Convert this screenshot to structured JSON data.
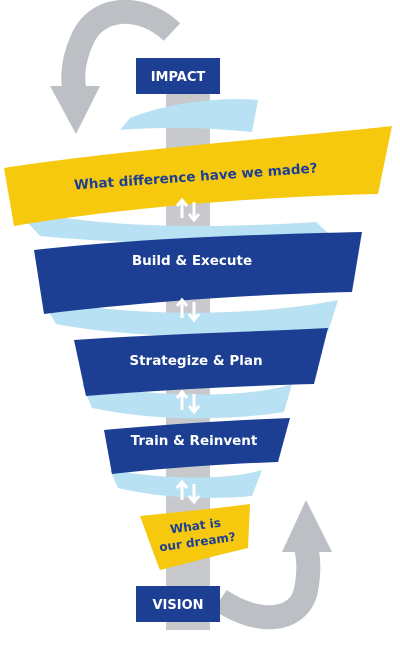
{
  "diagram": {
    "top_box": "IMPACT",
    "bottom_box": "VISION",
    "bands": [
      {
        "label": "What difference have we made?",
        "style": "yellow"
      },
      {
        "label": "Build & Execute",
        "style": "blue"
      },
      {
        "label": "Strategize & Plan",
        "style": "blue"
      },
      {
        "label": "Train & Reinvent",
        "style": "blue"
      },
      {
        "label_lines": [
          "What is",
          "our dream?"
        ],
        "style": "yellow"
      }
    ],
    "connector_icon": "up-down-arrows-icon",
    "curved_arrow_icon": "curved-return-arrow-icon",
    "colors": {
      "navy": "#1c3f94",
      "navy_dark": "#173580",
      "yellow": "#f6c90f",
      "light_blue": "#b8e1f3",
      "pole_gray": "#c7c9cc",
      "arrow_gray": "#bcc0c5",
      "text_white": "#ffffff",
      "text_navy": "#1c3f94"
    }
  }
}
